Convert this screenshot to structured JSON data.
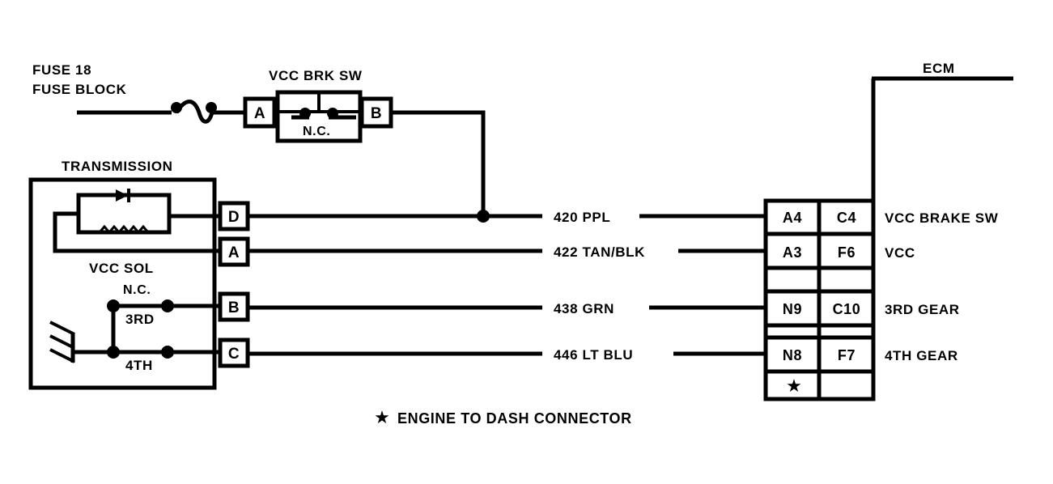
{
  "diagram": {
    "title_top_left_line1": "FUSE 18",
    "title_top_left_line2": "FUSE BLOCK",
    "brake_switch_title": "VCC BRK SW",
    "brake_switch_state": "N.C.",
    "brake_switch_terminal_a": "A",
    "brake_switch_terminal_b": "B",
    "transmission_title": "TRANSMISSION",
    "solenoid_label": "VCC SOL",
    "solenoid_switch_state": "N.C.",
    "gear_3rd": "3RD",
    "gear_4th": "4TH",
    "ecm_label": "ECM",
    "legend_star": "★",
    "legend_text": "ENGINE TO DASH CONNECTOR",
    "colors": {
      "ink": "#000000",
      "paper": "#ffffff"
    }
  },
  "transmission_terminals": [
    {
      "id": "D",
      "label": "D"
    },
    {
      "id": "A",
      "label": "A"
    },
    {
      "id": "B",
      "label": "B"
    },
    {
      "id": "C",
      "label": "C"
    }
  ],
  "wires": [
    {
      "circuit": "420",
      "color": "PPL",
      "label": "420 PPL"
    },
    {
      "circuit": "422",
      "color": "TAN/BLK",
      "label": "422 TAN/BLK"
    },
    {
      "circuit": "438",
      "color": "GRN",
      "label": "438 GRN"
    },
    {
      "circuit": "446",
      "color": "LT BLU",
      "label": "446 LT BLU"
    }
  ],
  "connector_rows": [
    {
      "left": "A4",
      "right": "C4",
      "function": "VCC BRAKE SW"
    },
    {
      "left": "A3",
      "right": "F6",
      "function": "VCC"
    },
    {
      "left": "",
      "right": "",
      "function": ""
    },
    {
      "left": "N9",
      "right": "C10",
      "function": "3RD GEAR"
    },
    {
      "left": "N8",
      "right": "F7",
      "function": "4TH GEAR"
    },
    {
      "left": "★",
      "right": "",
      "function": ""
    }
  ]
}
